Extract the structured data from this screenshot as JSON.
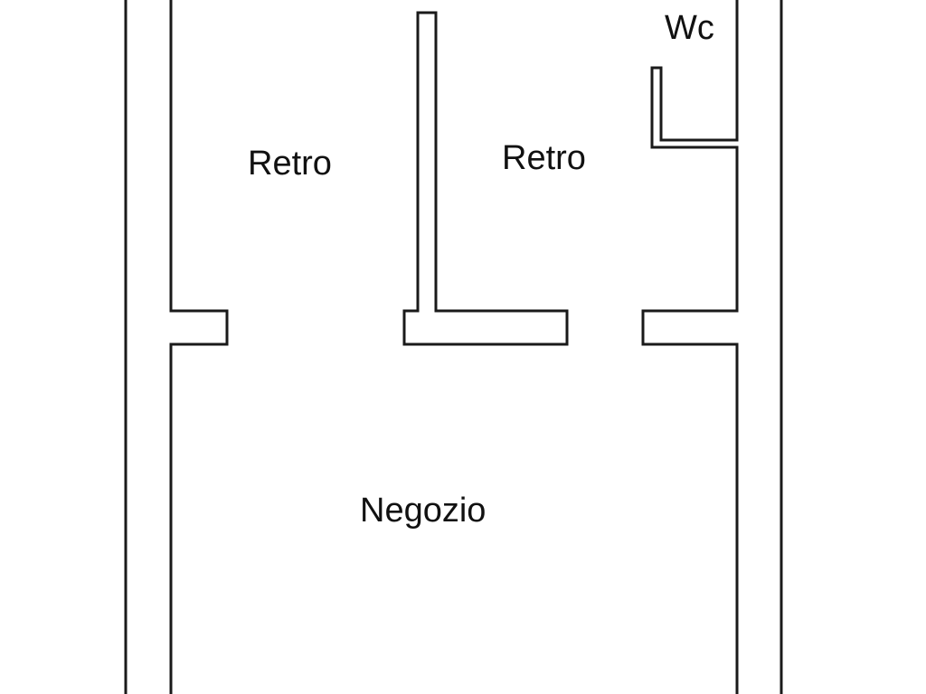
{
  "plan": {
    "rooms": [
      {
        "id": "retro-left",
        "label": "Retro"
      },
      {
        "id": "retro-right",
        "label": "Retro"
      },
      {
        "id": "wc",
        "label": "Wc"
      },
      {
        "id": "negozio",
        "label": "Negozio"
      }
    ],
    "colors": {
      "wall": "#1a1a1a",
      "background": "#ffffff",
      "text": "#111111"
    }
  }
}
